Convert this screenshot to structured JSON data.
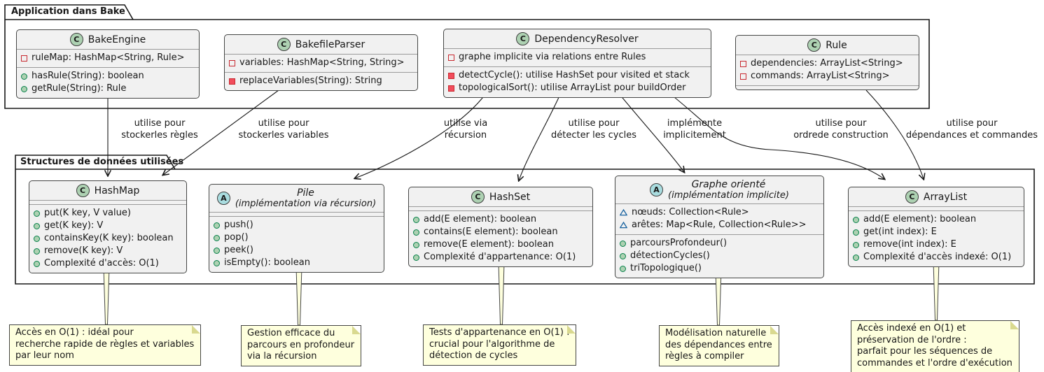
{
  "diagram_type": "uml-class-diagram",
  "packages": [
    {
      "id": "application-dans-bake",
      "title": "Application dans Bake"
    },
    {
      "id": "structures-de-donnees",
      "title": "Structures de données utilisées"
    }
  ],
  "classes": [
    {
      "id": "bake-engine",
      "package": "application-dans-bake",
      "abstract": false,
      "icon_letter": "C",
      "title_lines": [
        "BakeEngine"
      ],
      "fields": [
        {
          "icon": "private-field",
          "text": "ruleMap: HashMap<String, Rule>"
        }
      ],
      "methods": [
        {
          "icon": "public-method",
          "text": "hasRule(String): boolean"
        },
        {
          "icon": "public-method",
          "text": "getRule(String): Rule"
        }
      ]
    },
    {
      "id": "bakefile-parser",
      "package": "application-dans-bake",
      "abstract": false,
      "icon_letter": "C",
      "title_lines": [
        "BakefileParser"
      ],
      "fields": [
        {
          "icon": "private-field",
          "text": "variables: HashMap<String, String>"
        }
      ],
      "methods": [
        {
          "icon": "private-method",
          "text": "replaceVariables(String): String"
        }
      ]
    },
    {
      "id": "dependency-resolver",
      "package": "application-dans-bake",
      "abstract": false,
      "icon_letter": "C",
      "title_lines": [
        "DependencyResolver"
      ],
      "fields": [
        {
          "icon": "private-field",
          "text": "graphe implicite via relations entre Rules"
        }
      ],
      "methods": [
        {
          "icon": "private-method",
          "text": "detectCycle(): utilise HashSet pour visited et stack"
        },
        {
          "icon": "private-method",
          "text": "topologicalSort(): utilise ArrayList pour buildOrder"
        }
      ]
    },
    {
      "id": "rule",
      "package": "application-dans-bake",
      "abstract": false,
      "icon_letter": "C",
      "title_lines": [
        "Rule"
      ],
      "fields": [
        {
          "icon": "private-field",
          "text": "dependencies: ArrayList<String>"
        },
        {
          "icon": "private-field",
          "text": "commands: ArrayList<String>"
        }
      ],
      "methods": []
    },
    {
      "id": "hashmap",
      "package": "structures-de-donnees",
      "abstract": false,
      "icon_letter": "C",
      "title_lines": [
        "HashMap"
      ],
      "fields": [],
      "methods": [
        {
          "icon": "public-method",
          "text": "put(K key, V value)"
        },
        {
          "icon": "public-method",
          "text": "get(K key): V"
        },
        {
          "icon": "public-method",
          "text": "containsKey(K key): boolean"
        },
        {
          "icon": "public-method",
          "text": "remove(K key): V"
        },
        {
          "icon": "public-method",
          "text": "Complexité d'accès: O(1)"
        }
      ]
    },
    {
      "id": "pile",
      "package": "structures-de-donnees",
      "abstract": true,
      "icon_letter": "A",
      "title_lines": [
        "Pile",
        "(implémentation via récursion)"
      ],
      "fields": [],
      "methods": [
        {
          "icon": "public-method",
          "text": "push()"
        },
        {
          "icon": "public-method",
          "text": "pop()"
        },
        {
          "icon": "public-method",
          "text": "peek()"
        },
        {
          "icon": "public-method",
          "text": "isEmpty(): boolean"
        }
      ]
    },
    {
      "id": "hashset",
      "package": "structures-de-donnees",
      "abstract": false,
      "icon_letter": "C",
      "title_lines": [
        "HashSet"
      ],
      "fields": [],
      "methods": [
        {
          "icon": "public-method",
          "text": "add(E element): boolean"
        },
        {
          "icon": "public-method",
          "text": "contains(E element): boolean"
        },
        {
          "icon": "public-method",
          "text": "remove(E element): boolean"
        },
        {
          "icon": "public-method",
          "text": "Complexité d'appartenance: O(1)"
        }
      ]
    },
    {
      "id": "graphe-oriente",
      "package": "structures-de-donnees",
      "abstract": true,
      "icon_letter": "A",
      "title_lines": [
        "Graphe orienté",
        "(implémentation implicite)"
      ],
      "fields": [
        {
          "icon": "package-field",
          "text": "nœuds: Collection<Rule>"
        },
        {
          "icon": "package-field",
          "text": "arêtes: Map<Rule, Collection<Rule>>"
        }
      ],
      "methods": [
        {
          "icon": "public-method",
          "text": "parcoursProfondeur()"
        },
        {
          "icon": "public-method",
          "text": "détectionCycles()"
        },
        {
          "icon": "public-method",
          "text": "triTopologique()"
        }
      ]
    },
    {
      "id": "arraylist",
      "package": "structures-de-donnees",
      "abstract": false,
      "icon_letter": "C",
      "title_lines": [
        "ArrayList"
      ],
      "fields": [],
      "methods": [
        {
          "icon": "public-method",
          "text": "add(E element): boolean"
        },
        {
          "icon": "public-method",
          "text": "get(int index): E"
        },
        {
          "icon": "public-method",
          "text": "remove(int index): E"
        },
        {
          "icon": "public-method",
          "text": "Complexité d'accès indexé: O(1)"
        }
      ]
    }
  ],
  "edges": [
    {
      "id": "e1",
      "from": "bake-engine",
      "to": "hashmap",
      "label_lines": [
        "utilise pour",
        "stockerles règles"
      ]
    },
    {
      "id": "e2",
      "from": "bakefile-parser",
      "to": "hashmap",
      "label_lines": [
        "utilise pour",
        "stockerles variables"
      ]
    },
    {
      "id": "e3",
      "from": "dependency-resolver",
      "to": "pile",
      "label_lines": [
        "utilise via",
        "récursion"
      ]
    },
    {
      "id": "e4",
      "from": "dependency-resolver",
      "to": "hashset",
      "label_lines": [
        "utilise pour",
        "détecter les cycles"
      ]
    },
    {
      "id": "e5",
      "from": "dependency-resolver",
      "to": "graphe-oriente",
      "label_lines": [
        "implémente",
        "implicitement"
      ]
    },
    {
      "id": "e6",
      "from": "dependency-resolver",
      "to": "arraylist",
      "label_lines": [
        "utilise pour",
        "ordrede construction"
      ]
    },
    {
      "id": "e7",
      "from": "rule",
      "to": "arraylist",
      "label_lines": [
        "utilise pour",
        "dépendances et commandes"
      ]
    }
  ],
  "notes": [
    {
      "id": "note-hashmap",
      "attached_to": "hashmap",
      "lines": [
        "Accès en O(1) : idéal pour",
        "recherche rapide de règles et variables",
        "par leur nom"
      ]
    },
    {
      "id": "note-pile",
      "attached_to": "pile",
      "lines": [
        "Gestion efficace du",
        "parcours en profondeur",
        "via la récursion"
      ]
    },
    {
      "id": "note-hashset",
      "attached_to": "hashset",
      "lines": [
        "Tests d'appartenance en O(1) :",
        "crucial pour l'algorithme de",
        "détection de cycles"
      ]
    },
    {
      "id": "note-graphe",
      "attached_to": "graphe-oriente",
      "lines": [
        "Modélisation naturelle",
        "des dépendances entre",
        "règles à compiler"
      ]
    },
    {
      "id": "note-arraylist",
      "attached_to": "arraylist",
      "lines": [
        "Accès indexé en O(1) et",
        "préservation de l'ordre :",
        "parfait pour les séquences de",
        "commandes et l'ordre d'exécution"
      ]
    }
  ],
  "colors": {
    "class_box_bg": "#F1F1F1",
    "class_box_border": "#454645",
    "class_icon_bg": "#ADD1B2",
    "abstract_icon_bg": "#A9DCDF",
    "private_icon": "#C82930",
    "private_icon_fill": "#F24D5C",
    "public_icon": "#038048",
    "public_icon_fill": "#ADD1B2",
    "package_icon": "#1963A0",
    "note_bg": "#FEFFDD",
    "note_border": "#454645",
    "line": "#181818"
  }
}
